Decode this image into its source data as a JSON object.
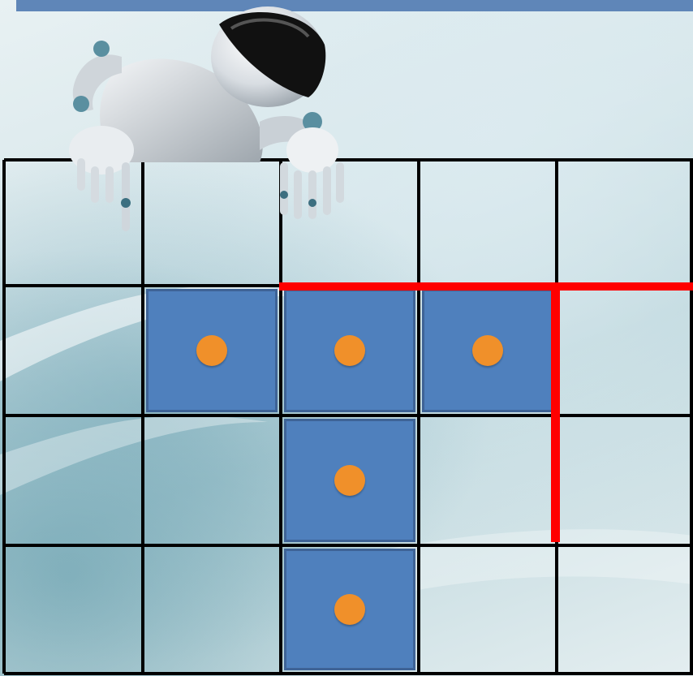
{
  "colors": {
    "top_bar": "#5f86b8",
    "grid_line": "#000000",
    "tile_fill": "#4f80bd",
    "tile_border": "#3e6396",
    "dot": "#f0902a",
    "wall": "#ff0000"
  },
  "icons": {
    "robot": "robot-mascot-icon"
  },
  "grid": {
    "rows": 4,
    "cols": 5,
    "filled_cells": [
      {
        "row": 1,
        "col": 1
      },
      {
        "row": 1,
        "col": 2
      },
      {
        "row": 1,
        "col": 3
      },
      {
        "row": 2,
        "col": 2
      },
      {
        "row": 3,
        "col": 2
      }
    ]
  }
}
